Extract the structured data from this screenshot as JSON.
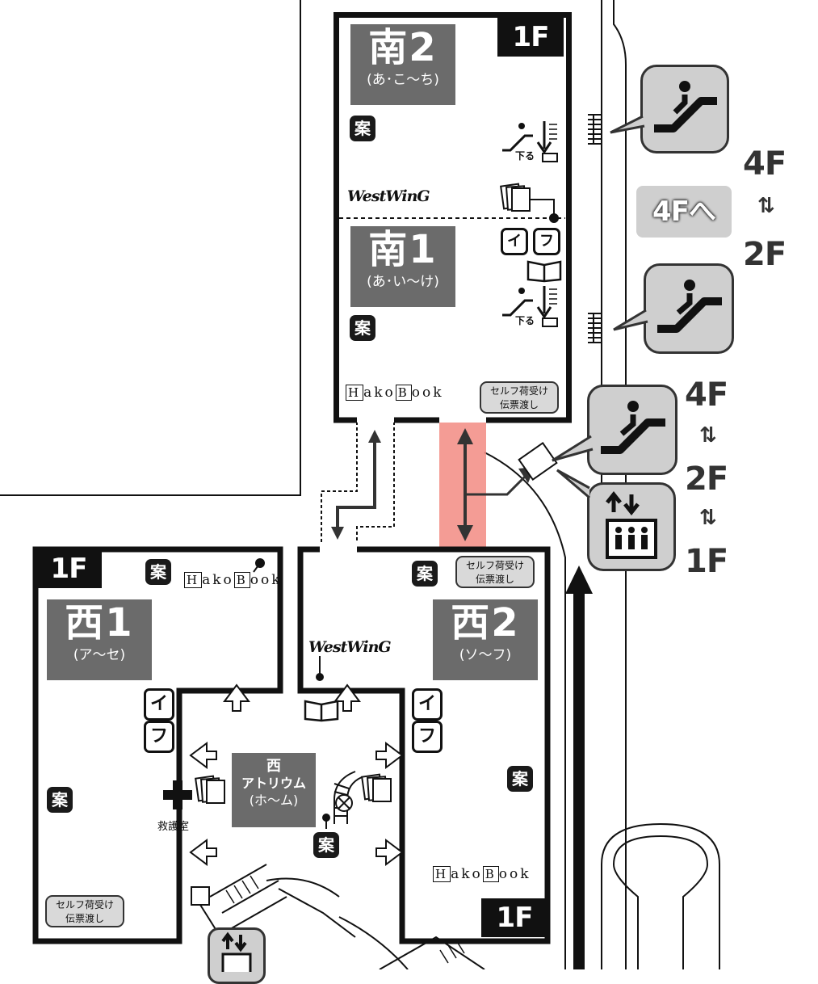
{
  "floor_badge": "1F",
  "zones": {
    "south2": {
      "name": "南2",
      "range": "(あ･こ〜ち)"
    },
    "south1": {
      "name": "南1",
      "range": "(あ･い〜け)"
    },
    "west1": {
      "name": "西1",
      "range": "(ア〜セ)"
    },
    "west2": {
      "name": "西2",
      "range": "(ソ〜フ)"
    },
    "atrium": {
      "name": "西",
      "line2": "アトリウム",
      "range": "(ホ〜ム)"
    }
  },
  "labels": {
    "info": "案",
    "convenience_i": "イ",
    "convenience_f": "フ",
    "westwing": "WestWinG",
    "hakobook_a": "ako",
    "hakobook_b": "ook",
    "hakobook_h": "H",
    "hakobook_bb": "B",
    "self_pickup_1": "セルフ荷受け",
    "self_pickup_2": "伝票渡し",
    "escalator_down": "下る",
    "rescue_room": "救護室"
  },
  "floors_right": {
    "top": "4F",
    "top_arrows": "⇅",
    "mid": "2F",
    "lower_top": "4F",
    "lower_arrows1": "⇅",
    "lower_mid": "2F",
    "lower_arrows2": "⇅",
    "lower_bottom": "1F",
    "pill": "4Fへ"
  },
  "icons": {
    "escalator": "escalator-icon",
    "elevator": "elevator-icon",
    "book": "book-icon",
    "papers": "papers-icon",
    "first_aid": "first-aid-cross-icon"
  },
  "colors": {
    "highlight": "#f28b82",
    "zone_bg": "#6b6b6b",
    "bubble_bg": "#cfcfcf"
  }
}
